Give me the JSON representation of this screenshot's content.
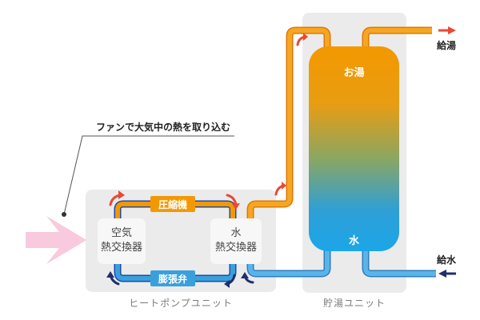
{
  "callout": "ファンで大気中の熱を取り込む",
  "heat_pump_unit": {
    "label": "ヒートポンプユニット",
    "compressor": "圧縮機",
    "expansion_valve": "膨張弁",
    "air_heat_exchanger": [
      "空気",
      "熱交換器"
    ],
    "water_heat_exchanger": [
      "水",
      "熱交換器"
    ]
  },
  "storage_unit": {
    "label": "貯湯ユニット",
    "tank_top": "お湯",
    "tank_bottom": "水"
  },
  "hot_water_out": "給湯",
  "water_in": "給水",
  "colors": {
    "hot": "#f39800",
    "cold": "#3aa0dc",
    "arrow_hot": "#e84a33",
    "arrow_cold": "#1f2e6e",
    "panel": "#ebebeb",
    "air": "#f9c9dd"
  }
}
